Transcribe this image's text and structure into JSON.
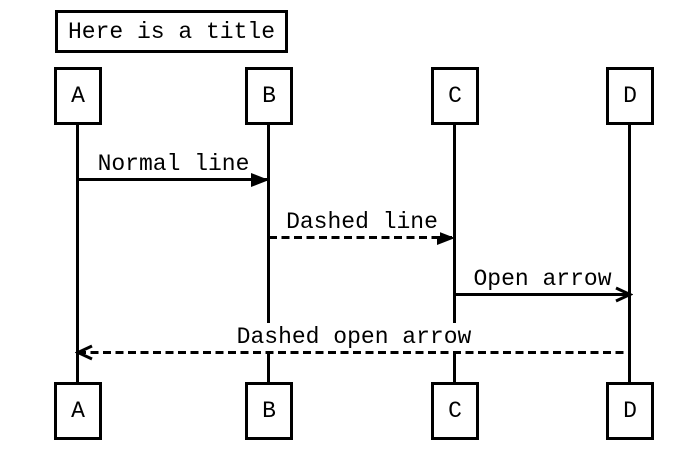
{
  "diagram": {
    "type": "sequence",
    "title": "Here is a title",
    "colors": {
      "stroke": "#000000",
      "background": "#ffffff"
    },
    "actors": [
      {
        "id": "A",
        "label": "A"
      },
      {
        "id": "B",
        "label": "B"
      },
      {
        "id": "C",
        "label": "C"
      },
      {
        "id": "D",
        "label": "D"
      }
    ],
    "messages": [
      {
        "label": "Normal line",
        "from": "A",
        "to": "B",
        "line_style": "solid",
        "arrowhead": "filled"
      },
      {
        "label": "Dashed line",
        "from": "B",
        "to": "C",
        "line_style": "dashed",
        "arrowhead": "filled"
      },
      {
        "label": "Open arrow",
        "from": "C",
        "to": "D",
        "line_style": "solid",
        "arrowhead": "open"
      },
      {
        "label": "Dashed open arrow",
        "from": "D",
        "to": "A",
        "line_style": "dashed",
        "arrowhead": "open"
      }
    ]
  }
}
